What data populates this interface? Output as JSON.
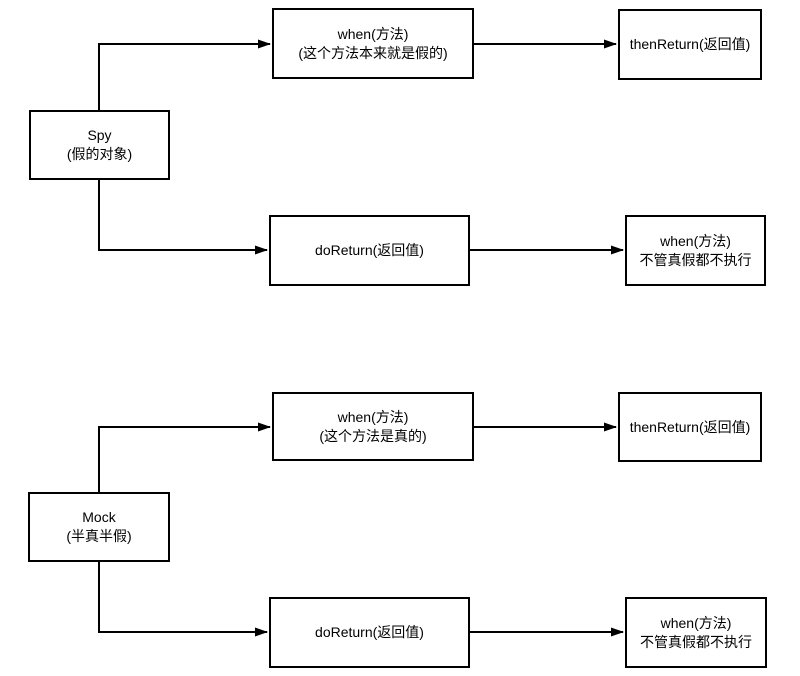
{
  "diagram": {
    "spy_section": {
      "root": {
        "line1": "Spy",
        "line2": "(假的对象)"
      },
      "when_fake": {
        "line1": "when(方法)",
        "line2": "(这个方法本来就是假的)"
      },
      "then_return": {
        "line1": "thenReturn(返回值)"
      },
      "do_return": {
        "line1": "doReturn(返回值)"
      },
      "when_no_exec": {
        "line1": "when(方法)",
        "line2": "不管真假都不执行"
      }
    },
    "mock_section": {
      "root": {
        "line1": "Mock",
        "line2": "(半真半假)"
      },
      "when_real": {
        "line1": "when(方法)",
        "line2": "(这个方法是真的)"
      },
      "then_return": {
        "line1": "thenReturn(返回值)"
      },
      "do_return": {
        "line1": "doReturn(返回值)"
      },
      "when_no_exec": {
        "line1": "when(方法)",
        "line2": "不管真假都不执行"
      }
    },
    "colors": {
      "background": "#ffffff",
      "box_border": "#000000",
      "connector": "#000000",
      "text": "#000000"
    }
  }
}
